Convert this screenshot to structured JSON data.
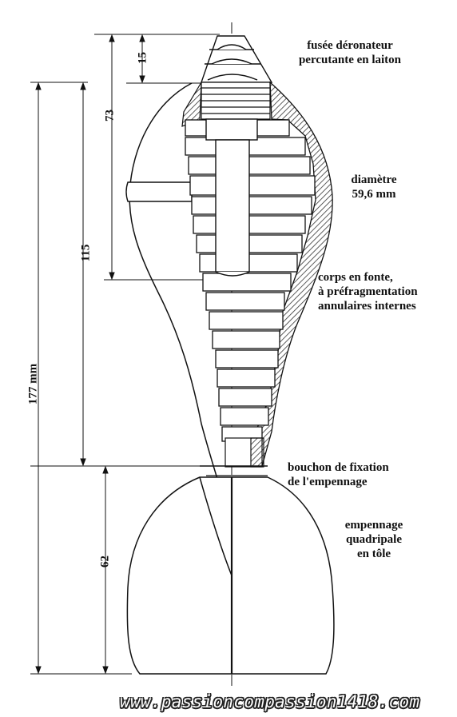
{
  "labels": {
    "fuse_line1": "fusée déronateur",
    "fuse_line2": "percutante en laiton",
    "diameter_line1": "diamètre",
    "diameter_line2": "59,6 mm",
    "body_line1": "corps en fonte,",
    "body_line2": "à préfragmentation",
    "body_line3": "annulaires internes",
    "plug_line1": "bouchon de fixation",
    "plug_line2": "de l'empennage",
    "tail_line1": "empennage",
    "tail_line2": "quadripale",
    "tail_line3": "en tôle"
  },
  "dimensions": {
    "d15": "15",
    "d73": "73",
    "d115": "115",
    "d177": "177 mm",
    "d62": "62"
  },
  "watermark": "www.passioncompassion1418.com",
  "colors": {
    "ink": "#111111",
    "hatch": "#333333",
    "paper": "#ffffff"
  }
}
